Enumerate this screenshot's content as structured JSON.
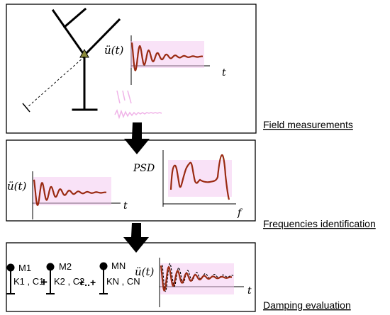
{
  "panels": {
    "field": {
      "label": "Field measurements",
      "signal_label": "ü(t)",
      "time_axis": "t"
    },
    "frequencies": {
      "label": "Frequencies identification",
      "signal_label": "ü(t)",
      "time_axis": "t",
      "psd_label": "PSD",
      "freq_axis": "f"
    },
    "damping": {
      "label": "Damping evaluation",
      "signal_label": "ü(t)",
      "time_axis": "t",
      "mode1": {
        "mass": "M1",
        "coef": "K1 , C1"
      },
      "mode2": {
        "mass": "M2",
        "coef": "K2 , C2"
      },
      "modeN": {
        "mass": "MN",
        "coef": "KN , CN"
      },
      "plus1": "+",
      "plus2": "+..+"
    }
  },
  "colors": {
    "signal": "#9a2a12",
    "highlight": "#f4c6ef",
    "frame": "#000000",
    "pivot": "#8b8a3a"
  }
}
